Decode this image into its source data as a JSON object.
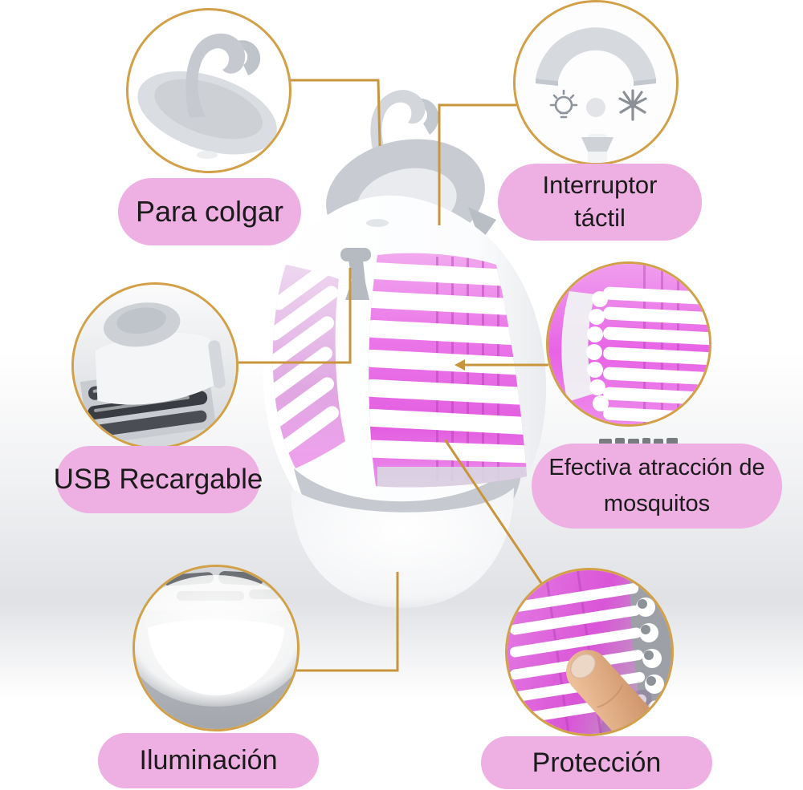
{
  "colors": {
    "accent_gold": "#c9953c",
    "pill_pink": "#eeafe2",
    "label_text": "#1b1b1b",
    "glow_purple": "#e767e4",
    "background": "#ffffff"
  },
  "callouts": [
    {
      "id": "hanging",
      "label": "Para colgar",
      "lines": [
        "Para colgar"
      ]
    },
    {
      "id": "touch-switch",
      "label": "Interruptor táctil",
      "lines": [
        "Interruptor",
        "táctil"
      ]
    },
    {
      "id": "usb",
      "label": "USB Recargable",
      "lines": [
        "USB Recargable"
      ]
    },
    {
      "id": "attraction",
      "label": "Efectiva atracción de mosquitos",
      "lines": [
        "Efectiva atracción de",
        "mosquitos"
      ]
    },
    {
      "id": "illumination",
      "label": "Iluminación",
      "lines": [
        "Iluminación"
      ]
    },
    {
      "id": "protection",
      "label": "Protección",
      "lines": [
        "Protección"
      ]
    }
  ],
  "switch_icons": [
    {
      "name": "light-bulb-icon"
    },
    {
      "name": "power-dot"
    },
    {
      "name": "mosquito-icon"
    }
  ]
}
